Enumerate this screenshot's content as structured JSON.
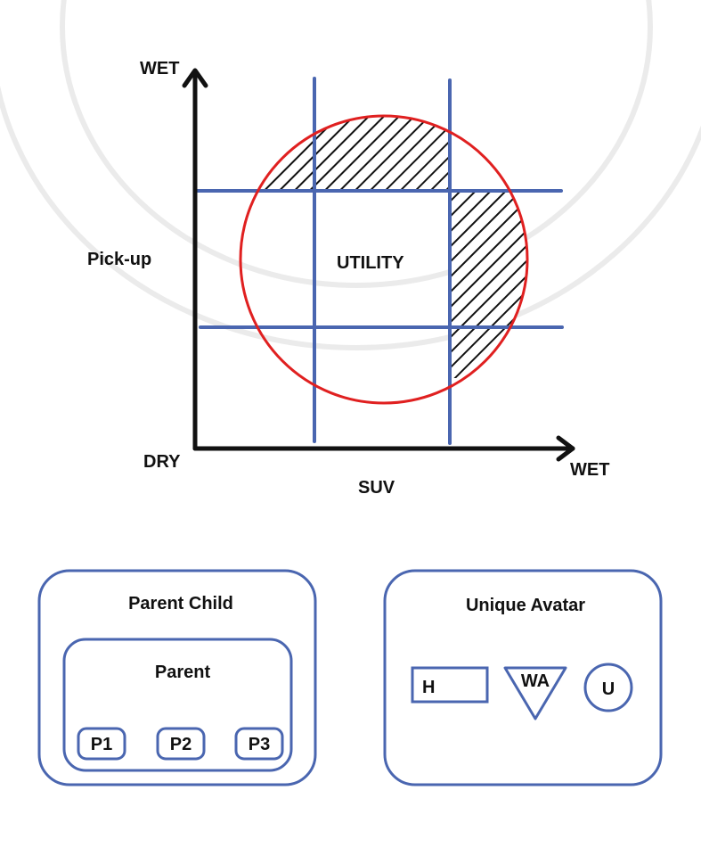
{
  "top_diagram": {
    "y_axis_top_label": "WET",
    "x_axis_right_label": "WET",
    "origin_label": "DRY",
    "left_label": "Pick-up",
    "bottom_label": "SUV",
    "center_label": "UTILITY"
  },
  "parent_child_box": {
    "title": "Parent Child",
    "inner_title": "Parent",
    "items": [
      "P1",
      "P2",
      "P3"
    ]
  },
  "unique_avatar_box": {
    "title": "Unique Avatar",
    "rect_label": "H",
    "triangle_label": "WA",
    "circle_label": "U"
  },
  "colors": {
    "grid_blue": "#4a66b0",
    "circle_red": "#e02020",
    "axis_black": "#111111",
    "watermark_gray": "#e6e6e6"
  }
}
